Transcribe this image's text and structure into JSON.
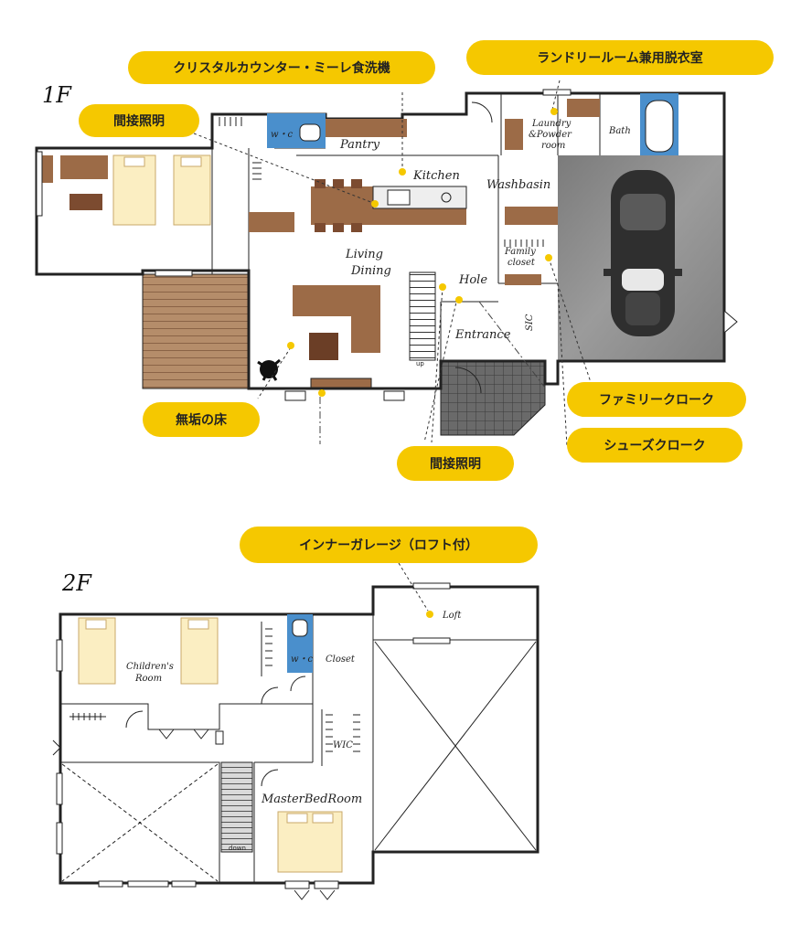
{
  "floors": {
    "first": "1F",
    "second": "2F"
  },
  "callouts": {
    "crystal_counter": "クリスタルカウンター・ミーレ食洗機",
    "laundry_room": "ランドリールーム兼用脱衣室",
    "indirect_light_1": "間接照明",
    "indirect_light_2": "間接照明",
    "solid_floor": "無垢の床",
    "family_cloak": "ファミリークローク",
    "shoes_cloak": "シューズクローク",
    "inner_garage": "インナーガレージ（ロフト付）"
  },
  "rooms_1f": {
    "wc": "w・c",
    "pantry": "Pantry",
    "kitchen": "Kitchen",
    "laundry_line1": "Laundry",
    "laundry_line2": "&Powder",
    "laundry_line3": "room",
    "bath": "Bath",
    "washbasin": "Washbasin",
    "living": "Living",
    "dining": "Dining",
    "family_line1": "Family",
    "family_line2": "closet",
    "hole": "Hole",
    "entrance": "Entrance",
    "sic": "SIC",
    "up": "up"
  },
  "rooms_2f": {
    "childrens_line1": "Children's",
    "childrens_line2": "Room",
    "wc": "w・c",
    "closet": "Closet",
    "loft": "Loft",
    "wic": "WIC",
    "master": "MasterBedRoom",
    "down": "down"
  },
  "colors": {
    "callout": "#f5c800",
    "wood_floor": "#b58d6a",
    "furniture": "#9c6b47",
    "bed": "#fbeec2",
    "wc_blue": "#4a8fcc",
    "garage": "#8a8a8a",
    "tile": "#555555"
  }
}
